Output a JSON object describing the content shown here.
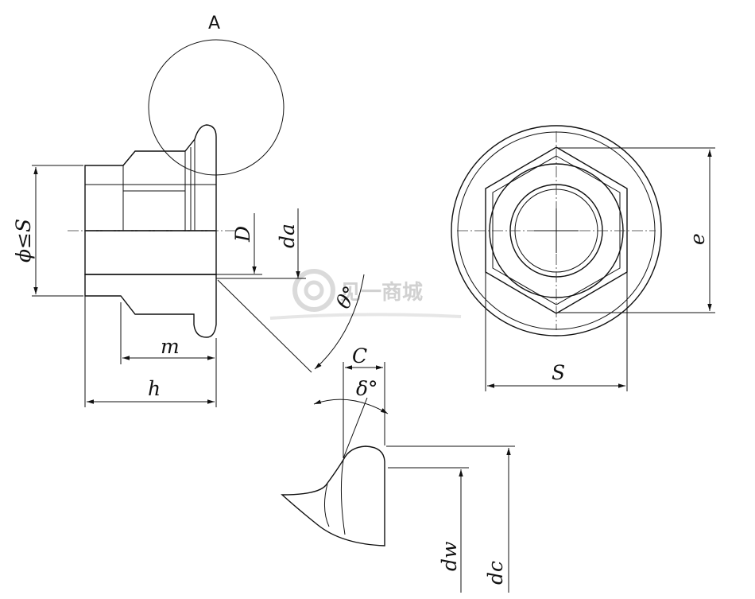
{
  "labels": {
    "detail_a": "A",
    "s_dim": "S",
    "e_dim": "e",
    "m_dim": "m",
    "h_dim": "h",
    "d_dim": "D",
    "da_dim": "da",
    "c_dim": "C",
    "dw_dim": "dw",
    "dc_dim": "dc",
    "phi_s": "ϕ≤S",
    "theta": "θ°",
    "delta": "δ°"
  },
  "watermark": {
    "text": "见一商城"
  },
  "colors": {
    "line": "#111111",
    "metal_dark": "#7a7a7a",
    "metal_light": "#f2f2f2",
    "hatch": "#111111"
  }
}
